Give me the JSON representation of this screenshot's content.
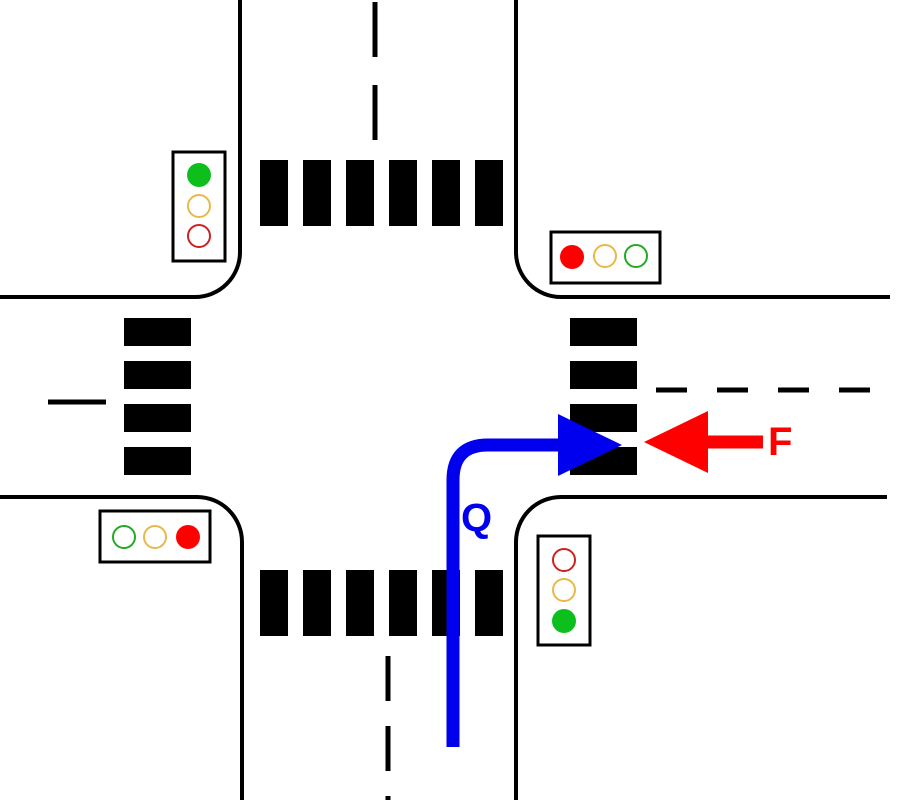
{
  "colors": {
    "background": "#ffffff",
    "road_edge": "#000000",
    "crosswalk": "#000000",
    "light_housing": "#000000",
    "light_red": "#ff0000",
    "light_yellow": "#e8b84a",
    "light_green": "#0cbf1c",
    "light_red_outline": "#cc2222",
    "light_green_outline": "#22aa22",
    "vehicle_q": "#0000ee",
    "vehicle_f": "#ff0000"
  },
  "signals": {
    "north_west": {
      "orientation": "vertical",
      "lamps": [
        {
          "color": "green",
          "lit": true
        },
        {
          "color": "yellow",
          "lit": false
        },
        {
          "color": "red",
          "lit": false
        }
      ]
    },
    "north_east": {
      "orientation": "horizontal",
      "lamps": [
        {
          "color": "red",
          "lit": true
        },
        {
          "color": "yellow",
          "lit": false
        },
        {
          "color": "green",
          "lit": false
        }
      ]
    },
    "south_west": {
      "orientation": "horizontal",
      "lamps": [
        {
          "color": "green",
          "lit": false
        },
        {
          "color": "yellow",
          "lit": false
        },
        {
          "color": "red",
          "lit": true
        }
      ]
    },
    "south_east": {
      "orientation": "vertical",
      "lamps": [
        {
          "color": "red",
          "lit": false
        },
        {
          "color": "yellow",
          "lit": false
        },
        {
          "color": "green",
          "lit": true
        }
      ]
    }
  },
  "vehicles": {
    "q": {
      "label": "Q",
      "maneuver": "right-turn",
      "color_key": "vehicle_q"
    },
    "f": {
      "label": "F",
      "maneuver": "straight-westbound",
      "color_key": "vehicle_f"
    }
  }
}
